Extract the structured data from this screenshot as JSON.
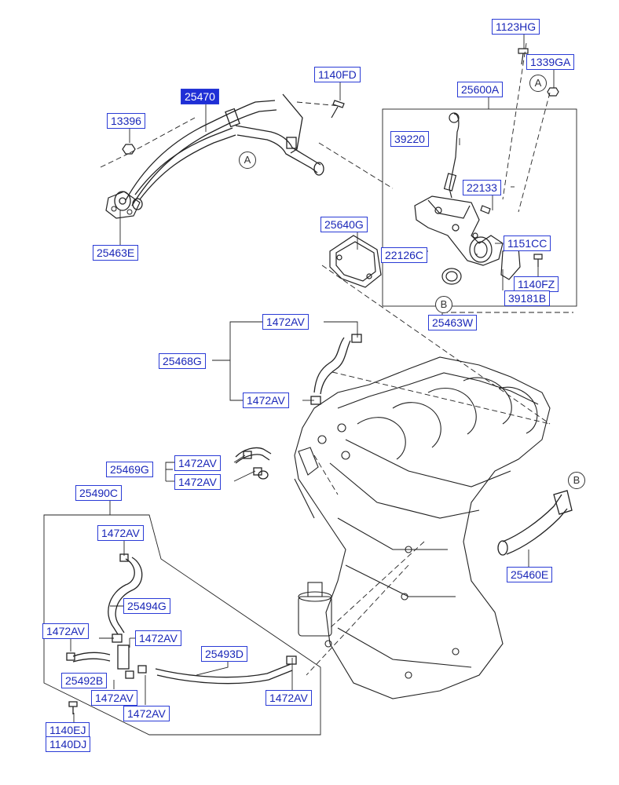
{
  "diagram": {
    "title": "Engine coolant pipe & hose exploded parts diagram",
    "accent_color": "#2a3bd6",
    "highlight_color": "#1f2fd6",
    "labels": [
      {
        "id": "p1123HG",
        "text": "1123HG",
        "highlighted": false
      },
      {
        "id": "p1339GA",
        "text": "1339GA",
        "highlighted": false
      },
      {
        "id": "p1140FD",
        "text": "1140FD",
        "highlighted": false
      },
      {
        "id": "p25470",
        "text": "25470",
        "highlighted": true
      },
      {
        "id": "p25600A",
        "text": "25600A",
        "highlighted": false
      },
      {
        "id": "p13396",
        "text": "13396",
        "highlighted": false
      },
      {
        "id": "p39220",
        "text": "39220",
        "highlighted": false
      },
      {
        "id": "p22133",
        "text": "22133",
        "highlighted": false
      },
      {
        "id": "p25640G",
        "text": "25640G",
        "highlighted": false
      },
      {
        "id": "p1151CC",
        "text": "1151CC",
        "highlighted": false
      },
      {
        "id": "p22126C",
        "text": "22126C",
        "highlighted": false
      },
      {
        "id": "p25463E",
        "text": "25463E",
        "highlighted": false
      },
      {
        "id": "p1140FZ",
        "text": "1140FZ",
        "highlighted": false
      },
      {
        "id": "p39181B",
        "text": "39181B",
        "highlighted": false
      },
      {
        "id": "p25463W",
        "text": "25463W",
        "highlighted": false
      },
      {
        "id": "p1472AV_a",
        "text": "1472AV",
        "highlighted": false
      },
      {
        "id": "p25468G",
        "text": "25468G",
        "highlighted": false
      },
      {
        "id": "p1472AV_b",
        "text": "1472AV",
        "highlighted": false
      },
      {
        "id": "p25469G",
        "text": "25469G",
        "highlighted": false
      },
      {
        "id": "p1472AV_c",
        "text": "1472AV",
        "highlighted": false
      },
      {
        "id": "p1472AV_d",
        "text": "1472AV",
        "highlighted": false
      },
      {
        "id": "p25490C",
        "text": "25490C",
        "highlighted": false
      },
      {
        "id": "p1472AV_e",
        "text": "1472AV",
        "highlighted": false
      },
      {
        "id": "p25494G",
        "text": "25494G",
        "highlighted": false
      },
      {
        "id": "p1472AV_f",
        "text": "1472AV",
        "highlighted": false
      },
      {
        "id": "p1472AV_g",
        "text": "1472AV",
        "highlighted": false
      },
      {
        "id": "p25493D",
        "text": "25493D",
        "highlighted": false
      },
      {
        "id": "p25492B",
        "text": "25492B",
        "highlighted": false
      },
      {
        "id": "p1472AV_h",
        "text": "1472AV",
        "highlighted": false
      },
      {
        "id": "p1472AV_i",
        "text": "1472AV",
        "highlighted": false
      },
      {
        "id": "p1472AV_j",
        "text": "1472AV",
        "highlighted": false
      },
      {
        "id": "p1140EJ",
        "text": "1140EJ",
        "highlighted": false
      },
      {
        "id": "p1140DJ",
        "text": "1140DJ",
        "highlighted": false
      },
      {
        "id": "p25460E",
        "text": "25460E",
        "highlighted": false
      }
    ],
    "callouts": [
      {
        "id": "cA1",
        "text": "A"
      },
      {
        "id": "cA2",
        "text": "A"
      },
      {
        "id": "cB1",
        "text": "B"
      },
      {
        "id": "cB2",
        "text": "B"
      }
    ]
  }
}
